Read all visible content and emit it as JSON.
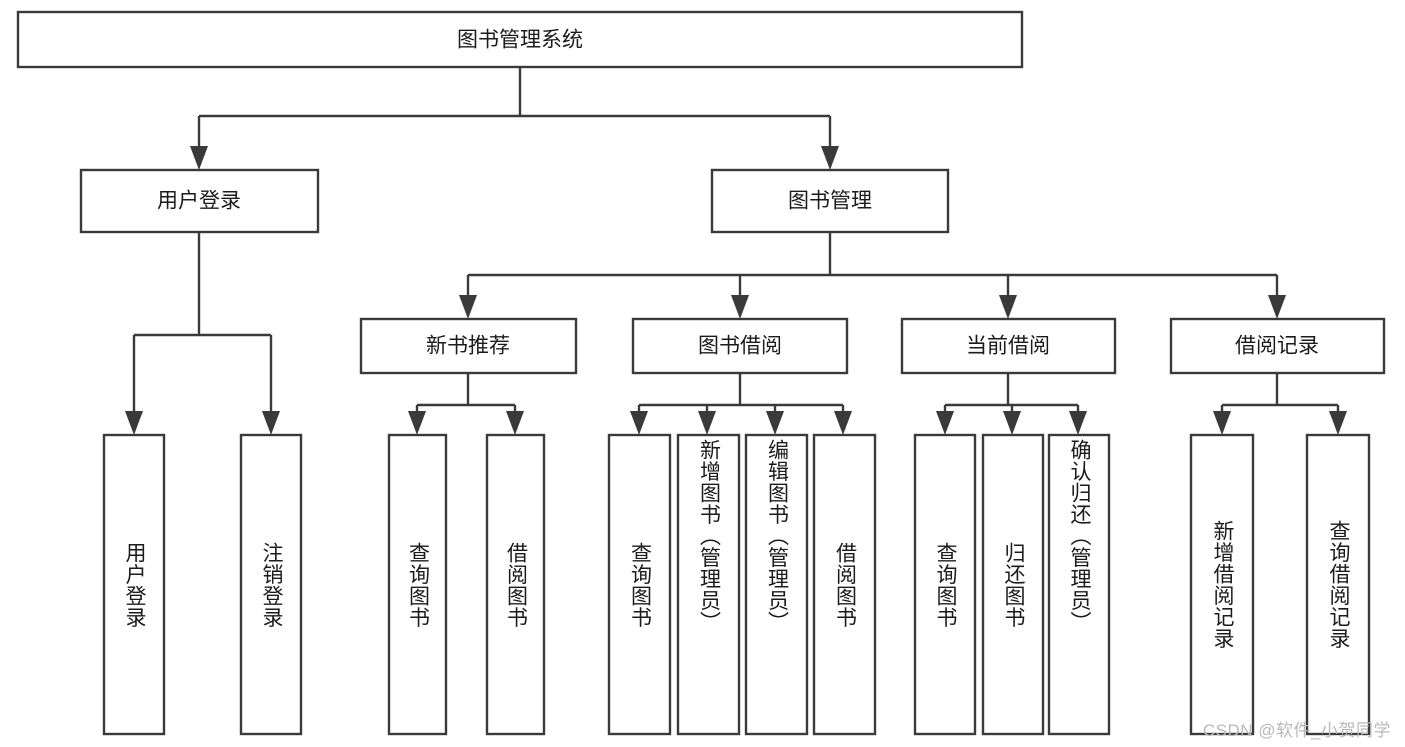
{
  "diagram": {
    "title": "图书管理系统",
    "type": "tree",
    "watermark": "CSDN @软件_小贺同学",
    "colors": {
      "stroke": "#3a3a3a",
      "box_fill": "#ffffff",
      "text": "#1b1b1b",
      "background": "#ffffff",
      "watermark": "#b9b9b9"
    },
    "levels": {
      "root": "图书管理系统",
      "level2": [
        "用户登录",
        "图书管理"
      ],
      "level3": [
        "新书推荐",
        "图书借阅",
        "当前借阅",
        "借阅记录"
      ],
      "leaves": [
        "用户登录",
        "注销登录",
        "查询图书",
        "借阅图书",
        "查询图书",
        "新增图书（管理员）",
        "编辑图书（管理员）",
        "借阅图书",
        "查询图书",
        "归还图书",
        "确认归还（管理员）",
        "新增借阅记录",
        "查询借阅记录"
      ]
    },
    "nodes": {
      "root": {
        "label": "图书管理系统",
        "orientation": "horizontal"
      },
      "user_login": {
        "label": "用户登录",
        "orientation": "horizontal"
      },
      "book_manage": {
        "label": "图书管理",
        "orientation": "horizontal"
      },
      "new_book_rec": {
        "label": "新书推荐",
        "orientation": "horizontal"
      },
      "book_borrow": {
        "label": "图书借阅",
        "orientation": "horizontal"
      },
      "current_borrow": {
        "label": "当前借阅",
        "orientation": "horizontal"
      },
      "borrow_record": {
        "label": "借阅记录",
        "orientation": "horizontal"
      },
      "leaf_user_login": {
        "label": "用户登录",
        "orientation": "vertical"
      },
      "leaf_logout": {
        "label": "注销登录",
        "orientation": "vertical"
      },
      "leaf_query_book_a": {
        "label": "查询图书",
        "orientation": "vertical"
      },
      "leaf_borrow_book_a": {
        "label": "借阅图书",
        "orientation": "vertical"
      },
      "leaf_query_book_b": {
        "label": "查询图书",
        "orientation": "vertical"
      },
      "leaf_add_book": {
        "label": "新增图书（管理员）",
        "orientation": "vertical"
      },
      "leaf_edit_book": {
        "label": "编辑图书（管理员）",
        "orientation": "vertical"
      },
      "leaf_borrow_book_b": {
        "label": "借阅图书",
        "orientation": "vertical"
      },
      "leaf_query_book_c": {
        "label": "查询图书",
        "orientation": "vertical"
      },
      "leaf_return_book": {
        "label": "归还图书",
        "orientation": "vertical"
      },
      "leaf_confirm_return": {
        "label": "确认归还（管理员）",
        "orientation": "vertical"
      },
      "leaf_add_record": {
        "label": "新增借阅记录",
        "orientation": "vertical"
      },
      "leaf_query_record": {
        "label": "查询借阅记录",
        "orientation": "vertical"
      }
    }
  }
}
